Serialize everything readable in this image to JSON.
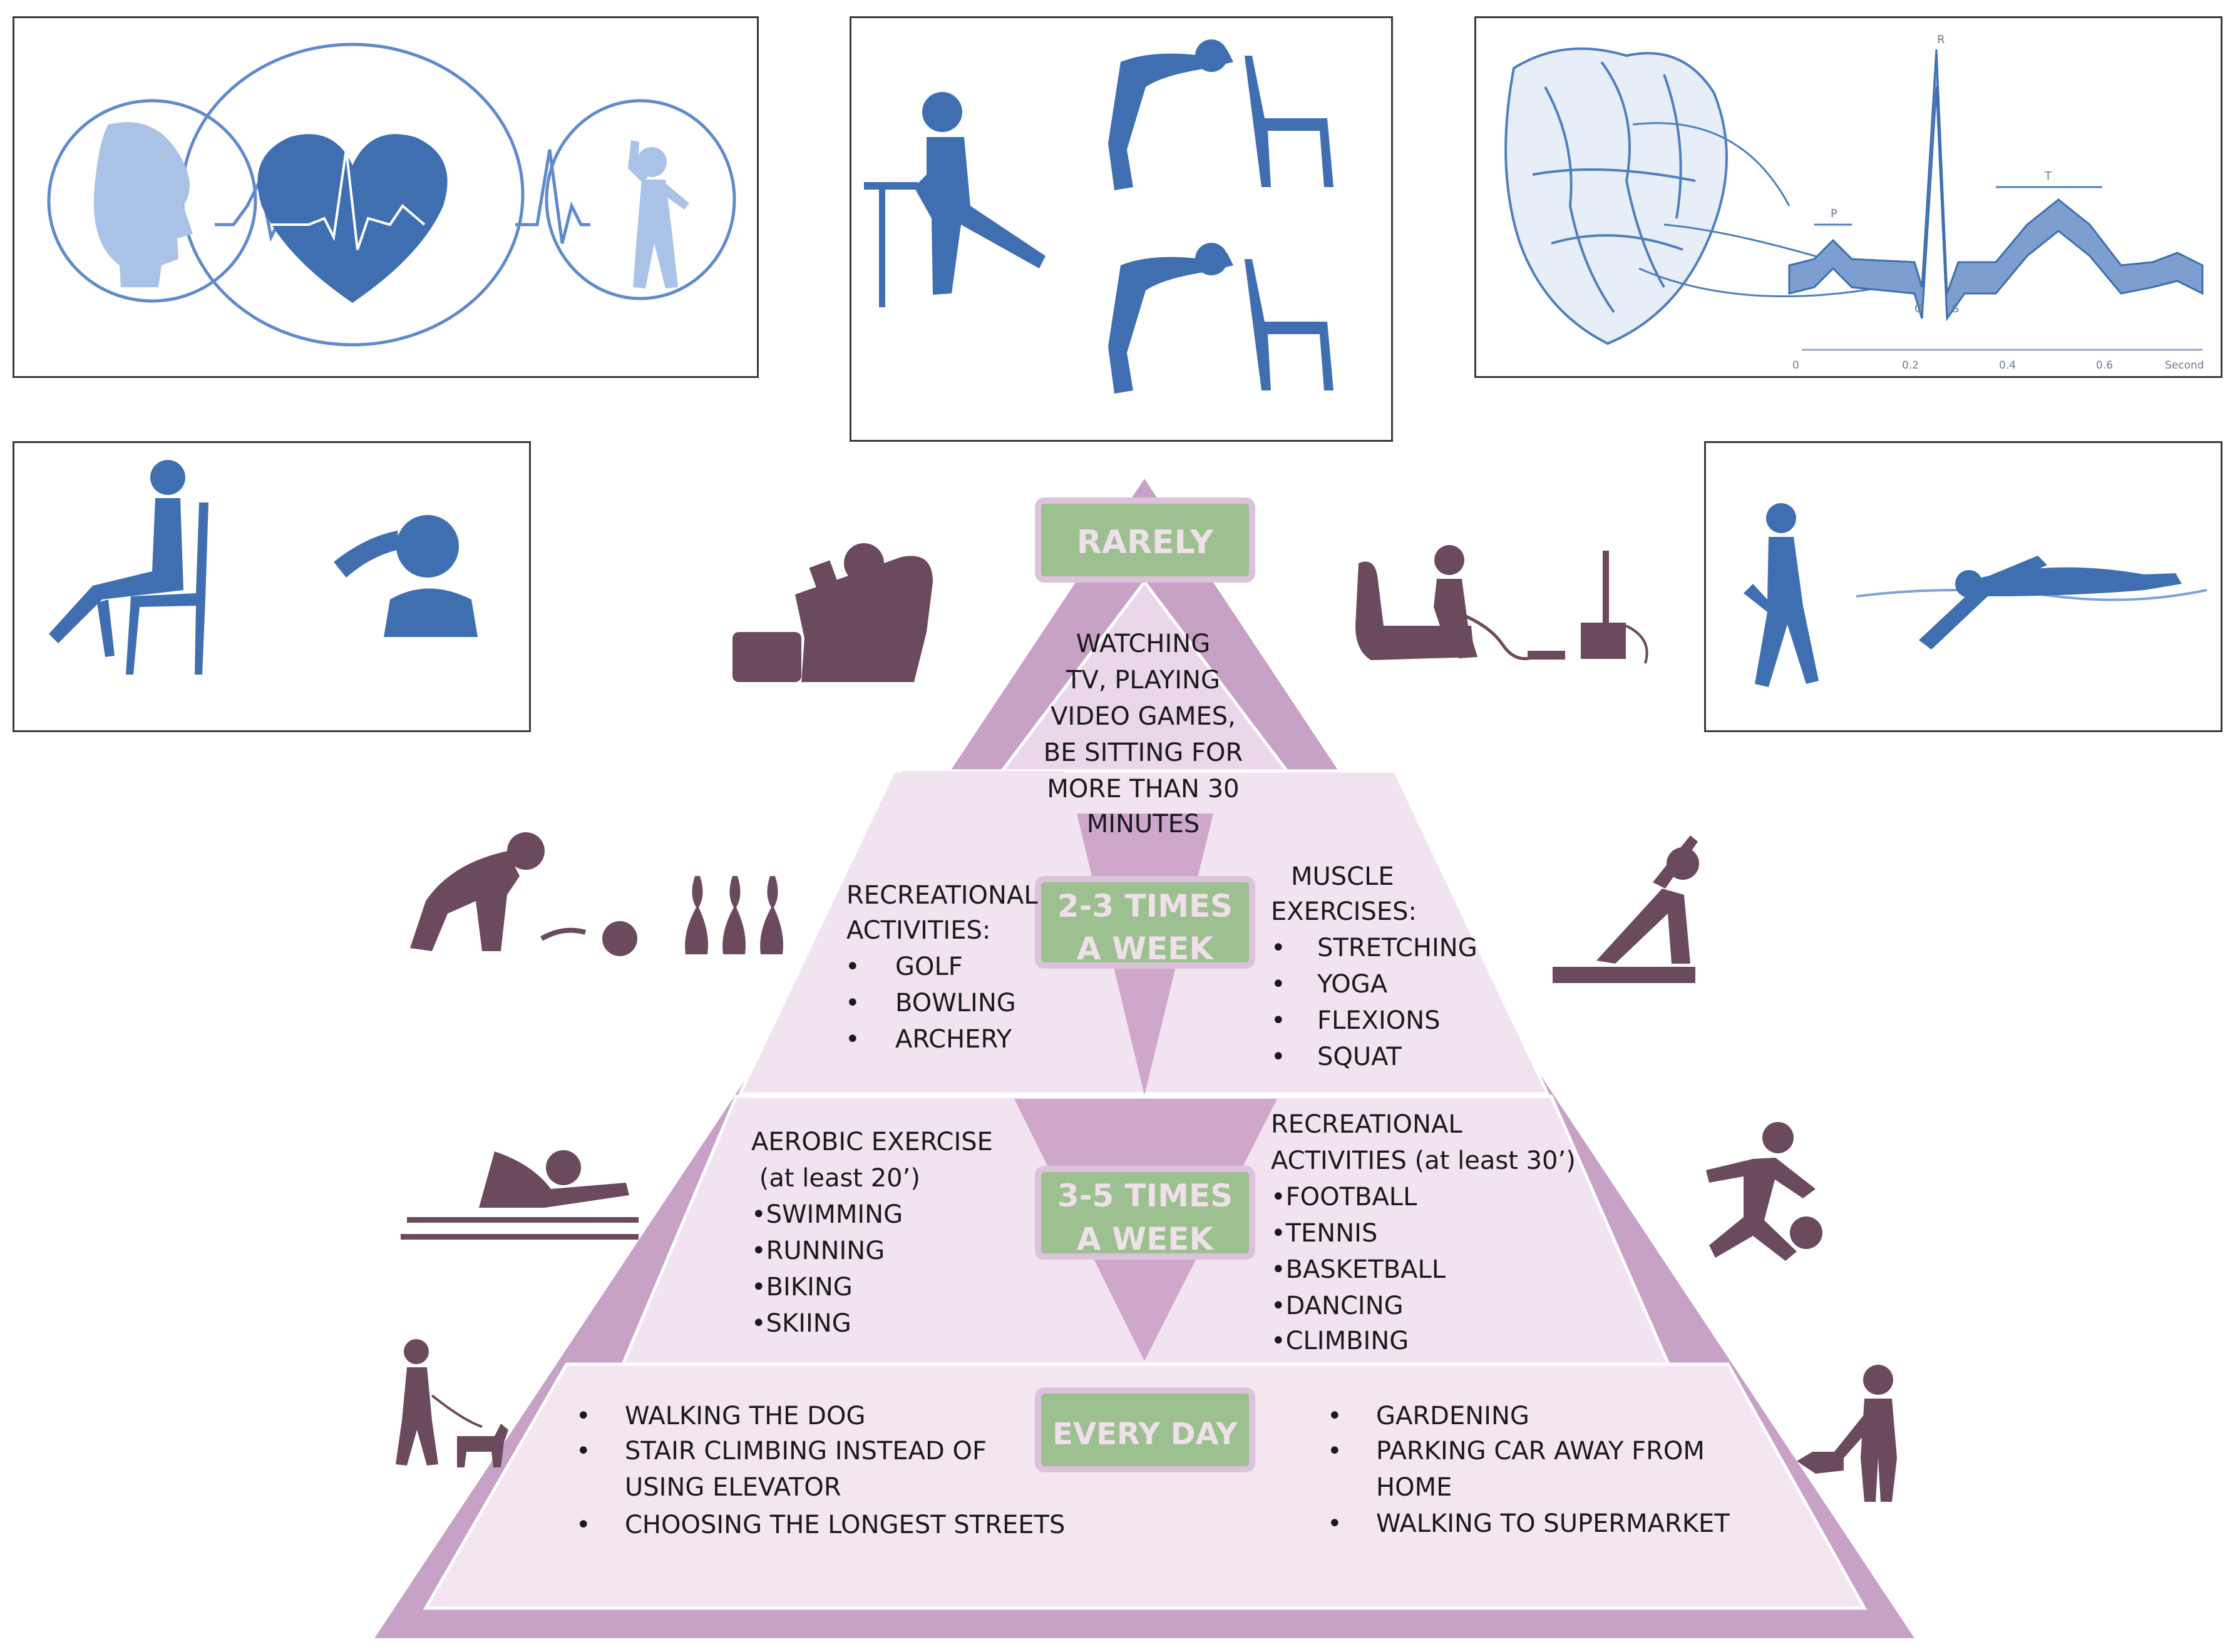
{
  "levels": {
    "rarely": {
      "header": "RARELY",
      "text": [
        "WATCHING",
        "TV, PLAYING",
        "VIDEO GAMES,",
        "BE SITTING FOR",
        "MORE THAN 30",
        "MINUTES"
      ]
    },
    "two_three": {
      "header": [
        "2-3 TIMES",
        "A WEEK"
      ],
      "left_title": [
        "RECREATIONAL",
        "ACTIVITIES:"
      ],
      "left_items": [
        "GOLF",
        "BOWLING",
        "ARCHERY"
      ],
      "right_title": [
        "MUSCLE",
        "EXERCISES:"
      ],
      "right_items": [
        "STRETCHING",
        "YOGA",
        "FLEXIONS",
        "SQUAT"
      ]
    },
    "three_five": {
      "header": [
        "3-5 TIMES",
        "A WEEK"
      ],
      "left_lines": [
        "AEROBIC EXERCISE",
        " (at least 20’)",
        "•SWIMMING",
        "•RUNNING",
        "•BIKING",
        "•SKIING"
      ],
      "right_lines": [
        "RECREATIONAL",
        "ACTIVITIES (at least 30’)",
        "•FOOTBALL",
        "•TENNIS",
        "•BASKETBALL",
        "•DANCING",
        "•CLIMBING"
      ]
    },
    "every_day": {
      "header": "EVERY DAY",
      "left_items": [
        "WALKING THE DOG",
        "STAIR CLIMBING INSTEAD OF",
        "USING ELEVATOR",
        "CHOOSING THE LONGEST STREETS"
      ],
      "right_items": [
        "GARDENING",
        "PARKING CAR AWAY FROM",
        "HOME",
        "WALKING TO SUPERMARKET"
      ]
    }
  },
  "bullet": "•",
  "ecg": {
    "wave_labels": [
      "R",
      "P",
      "T",
      "Q",
      "S"
    ],
    "axis_ticks": [
      "0",
      "0.2",
      "0.4",
      "0.6"
    ],
    "axis_unit": "Second"
  },
  "icons": {
    "panel_brain_heart_body": [
      "head-brain-icon",
      "heart-ecg-icon",
      "stretching-person-icon"
    ],
    "panel_chair_exercises": [
      "leg-stretch-icon",
      "chair-pushup-icon",
      "chair-pushup-icon"
    ],
    "panel_heart_ecg": [
      "heart-anatomy-icon",
      "ecg-waveform"
    ],
    "panel_seated": [
      "seated-leg-raise-icon",
      "head-stretch-icon"
    ],
    "panel_walk_swim": [
      "walking-person-icon",
      "swimmer-icon"
    ],
    "side_icons": [
      "armchair-reader-icon",
      "gamer-tv-icon",
      "bowling-icon",
      "bowling-pins-icon",
      "yoga-icon",
      "swimmer-icon",
      "runner-football-icon",
      "dog-walker-icon",
      "gardener-icon"
    ]
  },
  "colors": {
    "pyramid_outer": "#c7a1c6",
    "pyramid_inner": "#f1e3f0",
    "header_green": "#9cc08f",
    "icon_plum": "#6b4a5e",
    "panel_blue": "#3f6fb0"
  }
}
